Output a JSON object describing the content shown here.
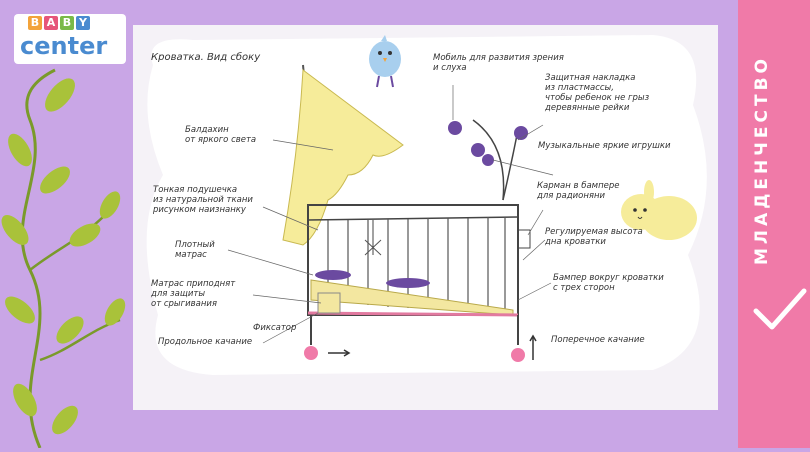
{
  "logo": {
    "letters": [
      "B",
      "A",
      "B",
      "Y"
    ],
    "word": "center"
  },
  "category": "МЛАДЕНЧЕСТВО",
  "title": "Кроватка. Вид сбоку",
  "labels": {
    "mobile": "Мобиль для развития зрения\nи слуха",
    "guard": "Защитная накладка\nиз пластмассы,\nчтобы ребенок не грыз\nдеревянные рейки",
    "canopy": "Балдахин\nот яркого света",
    "toys": "Музыкальные яркие игрушки",
    "pocket": "Карман в бампере\nдля радионяни",
    "pillow": "Тонкая подушечка\nиз натуральной ткани\nрисунком наизнанку",
    "height": "Регулируемая высота\nдна кроватки",
    "mattress": "Плотный\nматрас",
    "raised": "Матрас приподнят\nдля защиты\nот срыгивания",
    "bumper": "Бампер вокруг кроватки\nс трех сторон",
    "fixator": "Фиксатор",
    "long_swing": "Продольное качание",
    "cross_swing": "Поперечное качание"
  },
  "colors": {
    "background": "#c9a6e6",
    "accent": "#f07aa8",
    "canopy": "#f6ec9a",
    "mattress": "#f3e7a0",
    "bumper_line": "#e27aa0"
  },
  "icons": [
    "bird-icon",
    "bunny-icon",
    "checkmark-icon",
    "vine-decoration"
  ]
}
